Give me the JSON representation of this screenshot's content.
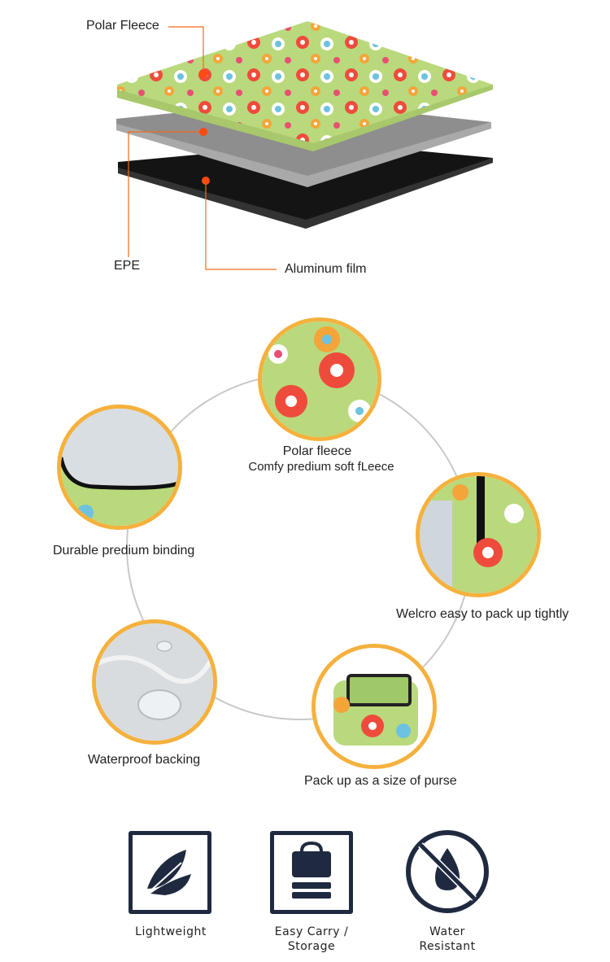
{
  "layers": {
    "polar_fleece": "Polar Fleece",
    "epe": "EPE",
    "aluminum_film": "Aluminum film"
  },
  "features": {
    "center": {
      "title": "Polar fleece",
      "subtitle": "Comfy predium soft fLeece"
    },
    "binding": "Durable predium binding",
    "velcro": "Welcro easy to pack up tightly",
    "waterproof": "Waterproof backing",
    "purse": "Pack up as a size of purse"
  },
  "icons": {
    "lightweight": "Lightweight",
    "easy_carry_line1": "Easy Carry /",
    "easy_carry_line2": "Storage",
    "water_line1": "Water",
    "water_line2": "Resistant"
  },
  "colors": {
    "accent": "#f26a1b",
    "ring": "#f5b13d",
    "fleece": "#b7d77a",
    "icon_navy": "#1f2a40"
  }
}
